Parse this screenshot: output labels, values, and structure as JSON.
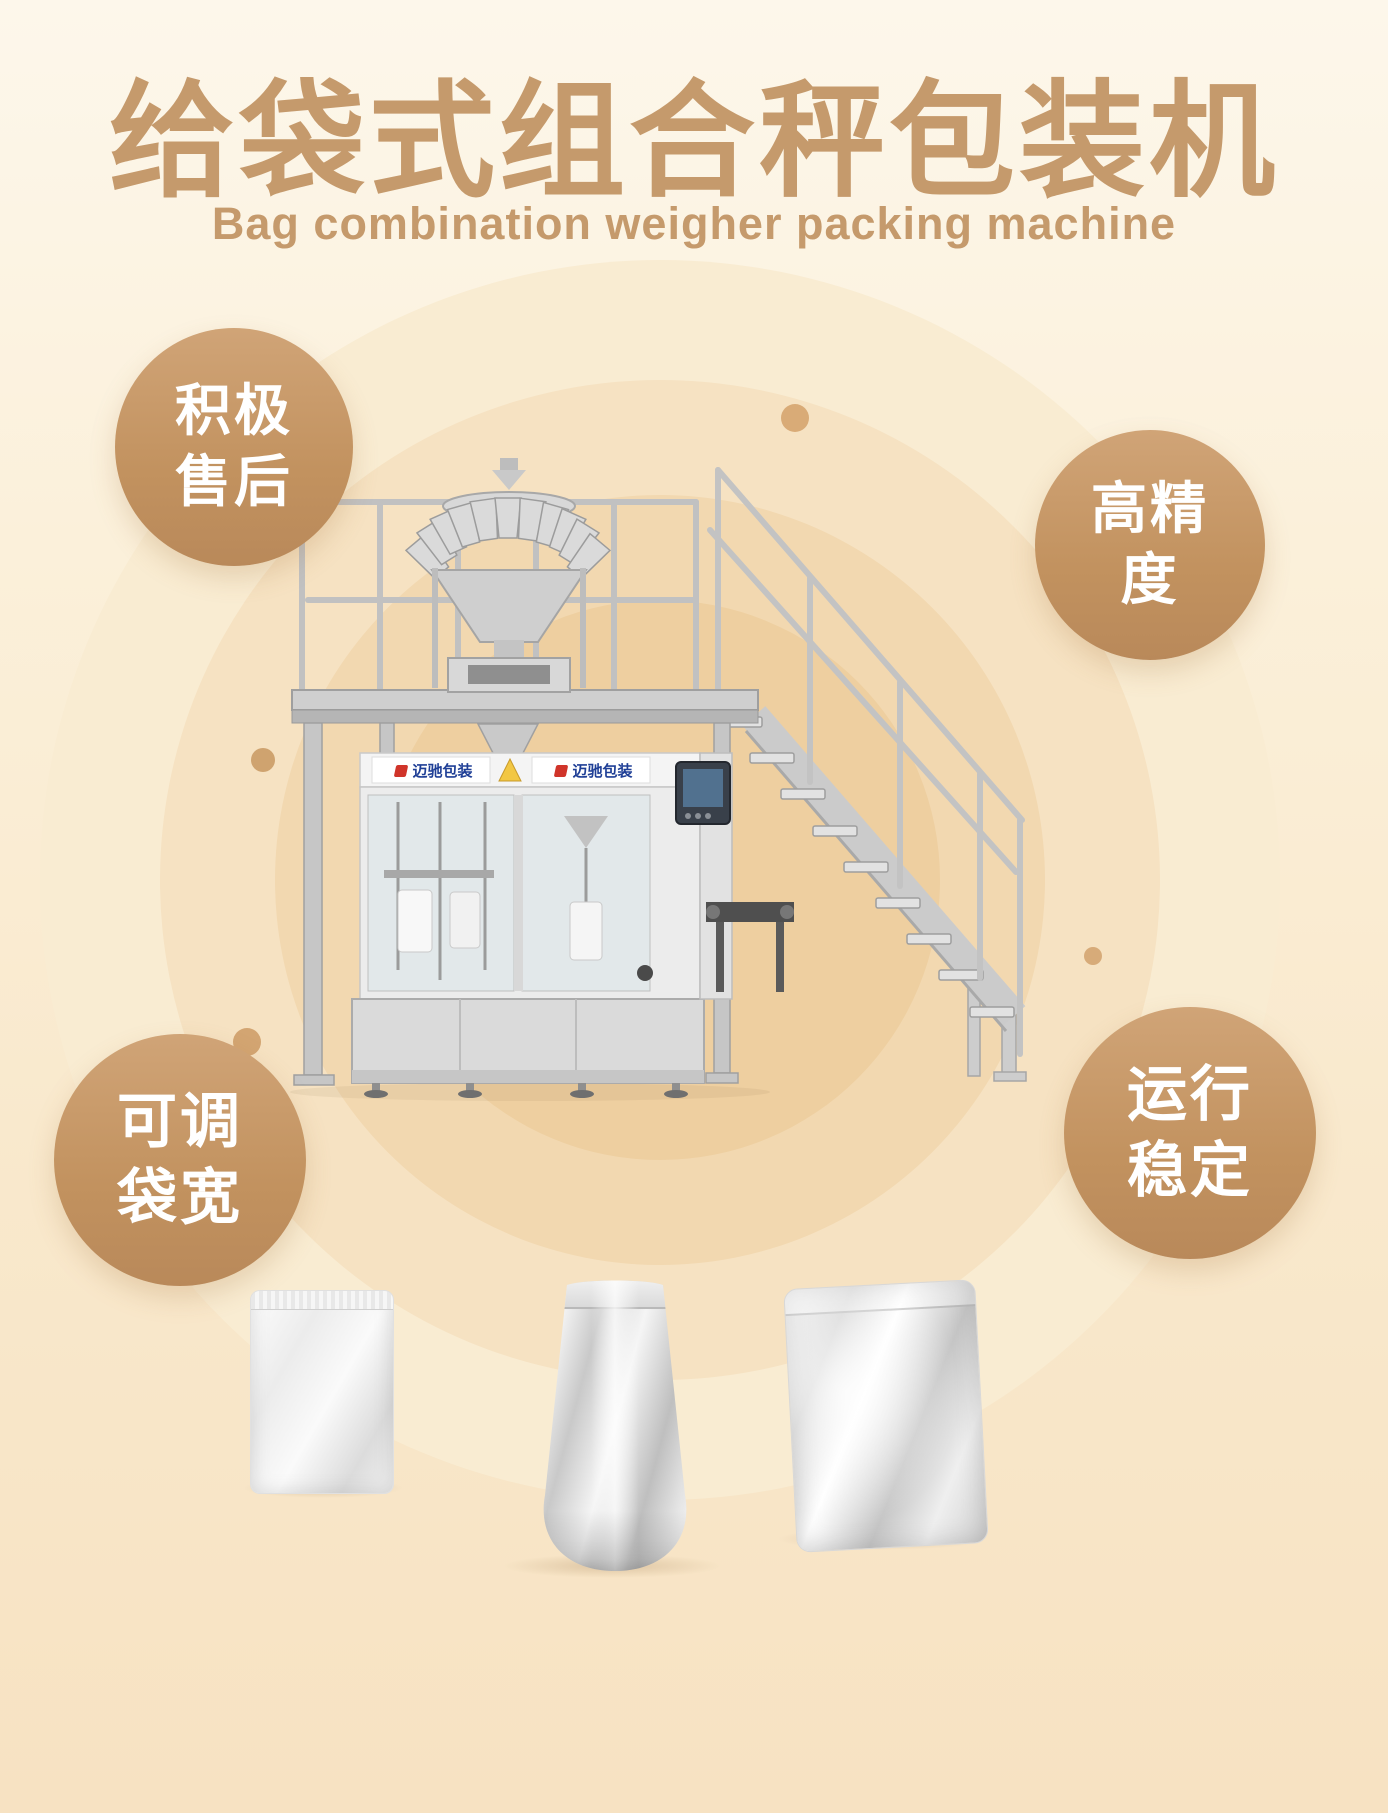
{
  "poster": {
    "title": "给袋式组合秤包装机",
    "subtitle": "Bag combination weigher packing machine",
    "badges": [
      {
        "line1": "积极",
        "line2": "售后"
      },
      {
        "line1": "高精",
        "line2": "度"
      },
      {
        "line1": "可调",
        "line2": "袋宽"
      },
      {
        "line1": "运行",
        "line2": "稳定"
      }
    ],
    "machine": {
      "brand_label": "迈驰包装"
    },
    "colors": {
      "title_text": "#c59a6c",
      "badge_gradient_top": "#d0a477",
      "badge_gradient_bottom": "#b9895a",
      "badge_text": "#ffffff",
      "background_top": "#fdf7eb",
      "background_bottom": "#f7e2c2"
    }
  }
}
